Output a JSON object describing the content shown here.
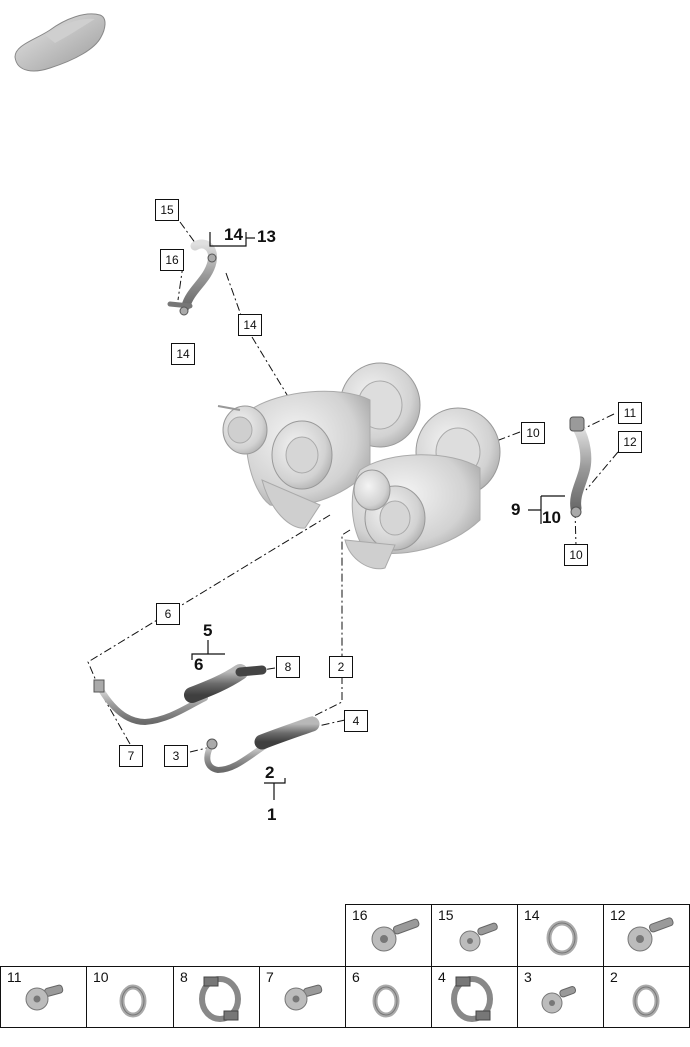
{
  "callouts": {
    "c15": "15",
    "c16": "16",
    "c14a": "14",
    "c14b": "14",
    "c10a": "10",
    "c11": "11",
    "c12": "12",
    "c10b": "10",
    "c6": "6",
    "c8": "8",
    "c2": "2",
    "c4": "4",
    "c3": "3",
    "c7": "7"
  },
  "groups": {
    "g14": "14",
    "g13": "13",
    "g5": "5",
    "g6": "6",
    "g9": "9",
    "g10": "10",
    "g2": "2",
    "g1": "1"
  },
  "parts_table": {
    "row1": [
      "16",
      "15",
      "14",
      "12"
    ],
    "row2": [
      "11",
      "10",
      "8",
      "7",
      "6",
      "4",
      "3",
      "2"
    ],
    "icons_row1": [
      "bolt-icon",
      "bolt-icon",
      "seal-ring-icon",
      "bolt-icon"
    ],
    "icons_row2": [
      "bolt-icon",
      "seal-ring-icon",
      "hose-clamp-icon",
      "bolt-icon",
      "seal-ring-icon",
      "hose-clamp-icon",
      "bolt-icon",
      "seal-ring-icon"
    ]
  }
}
